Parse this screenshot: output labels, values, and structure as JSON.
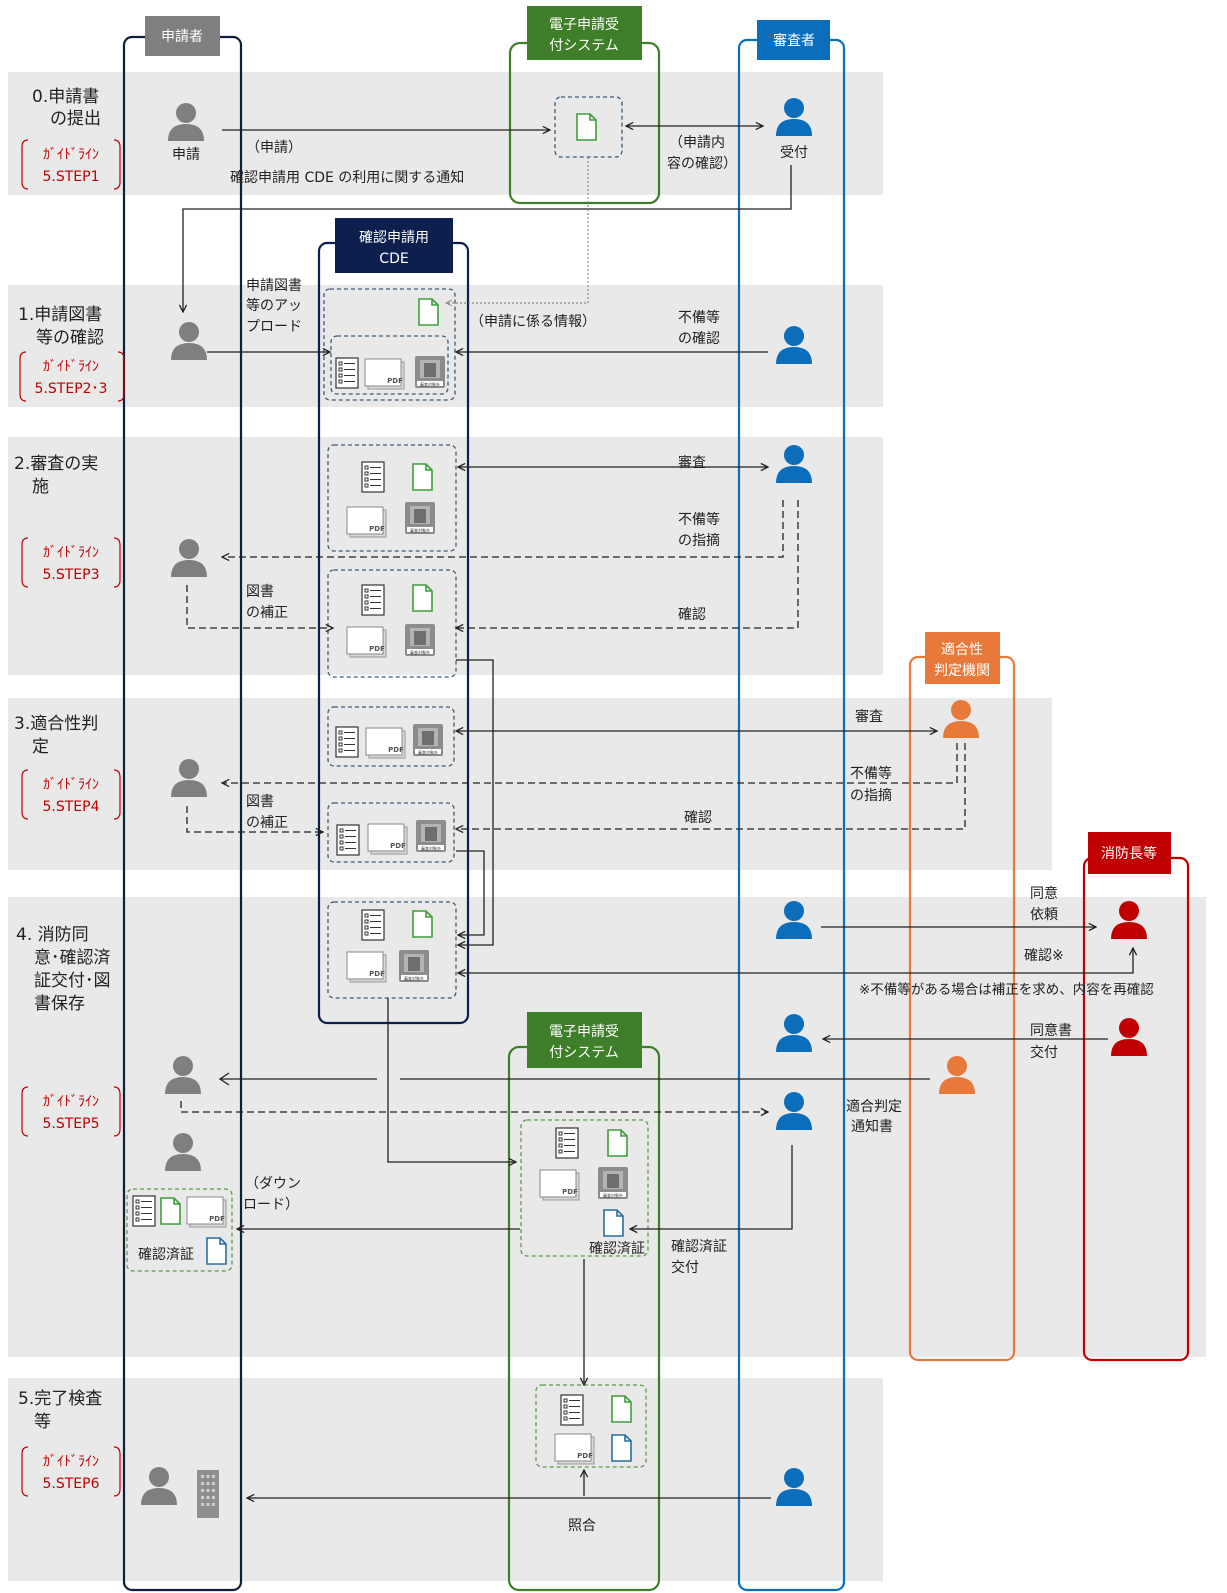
{
  "lanes": {
    "applicant": {
      "label": "申請者",
      "color": "#7f7f7f",
      "border": "#0d1f3c"
    },
    "esystem_top": {
      "label_1": "電子申請受",
      "label_2": "付システム",
      "color": "#3f7f2a"
    },
    "reviewer": {
      "label": "審査者",
      "color": "#0a6ebd"
    },
    "cde": {
      "label_1": "確認申請用",
      "label_2": "CDE",
      "color": "#0d1f4d"
    },
    "conformity": {
      "label_1": "適合性",
      "label_2": "判定機関",
      "color": "#e8793a"
    },
    "fire": {
      "label": "消防長等",
      "color": "#c00000"
    },
    "esystem_bottom": {
      "label_1": "電子申請受",
      "label_2": "付システム",
      "color": "#3f7f2a"
    }
  },
  "stages": [
    {
      "title_lines": [
        "0.申請書",
        "の提出"
      ],
      "guide_1": "ｶﾞｲﾄﾞﾗｲﾝ",
      "guide_2": "5.STEP1"
    },
    {
      "title_lines": [
        "1.申請図書",
        "等の確認"
      ],
      "guide_1": "ｶﾞｲﾄﾞﾗｲﾝ",
      "guide_2": "5.STEP2･3"
    },
    {
      "title_lines": [
        "2.審査の実",
        "施"
      ],
      "guide_1": "ｶﾞｲﾄﾞﾗｲﾝ",
      "guide_2": "5.STEP3"
    },
    {
      "title_lines": [
        "3.適合性判",
        "定"
      ],
      "guide_1": "ｶﾞｲﾄﾞﾗｲﾝ",
      "guide_2": "5.STEP4"
    },
    {
      "title_lines": [
        "4. 消防同",
        "意･確認済",
        "証交付･図",
        "書保存"
      ],
      "guide_1": "ｶﾞｲﾄﾞﾗｲﾝ",
      "guide_2": "5.STEP5"
    },
    {
      "title_lines": [
        "5.完了検査",
        "等"
      ],
      "guide_1": "ｶﾞｲﾄﾞﾗｲﾝ",
      "guide_2": "5.STEP6"
    }
  ],
  "labels": {
    "s0_applicant": "申請",
    "s0_apply": "（申請）",
    "s0_notice": "確認申請用 CDE の利用に関する通知",
    "s0_check_1": "（申請内",
    "s0_check_2": "容の確認）",
    "s0_reception": "受付",
    "s1_upload_1": "申請図書",
    "s1_upload_2": "等のアッ",
    "s1_upload_3": "プロード",
    "s1_info": "（申請に係る情報）",
    "s1_check_1": "不備等",
    "s1_check_2": "の確認",
    "s2_review": "審査",
    "s2_point_1": "不備等",
    "s2_point_2": "の指摘",
    "s2_fix_1": "図書",
    "s2_fix_2": "の補正",
    "s2_confirm": "確認",
    "s3_review": "審査",
    "s3_point_1": "不備等",
    "s3_point_2": "の指摘",
    "s3_fix_1": "図書",
    "s3_fix_2": "の補正",
    "s3_confirm": "確認",
    "s4_consent_req_1": "同意",
    "s4_consent_req_2": "依頼",
    "s4_confirm": "確認※",
    "s4_note": "※不備等がある場合は補正を求め、内容を再確認",
    "s4_consent_doc_1": "同意書",
    "s4_consent_doc_2": "交付",
    "s4_notice_1": "適合判定",
    "s4_notice_2": "通知書",
    "s4_download_1": "（ダウン",
    "s4_download_2": "ロード）",
    "s4_cert_issue_1": "確認済証",
    "s4_cert_issue_2": "交付",
    "s4_cert": "確認済証",
    "s4_cert_local": "確認済証",
    "s5_collate": "照合",
    "pdf": "PDF",
    "bim_caption": "審査対象外"
  }
}
